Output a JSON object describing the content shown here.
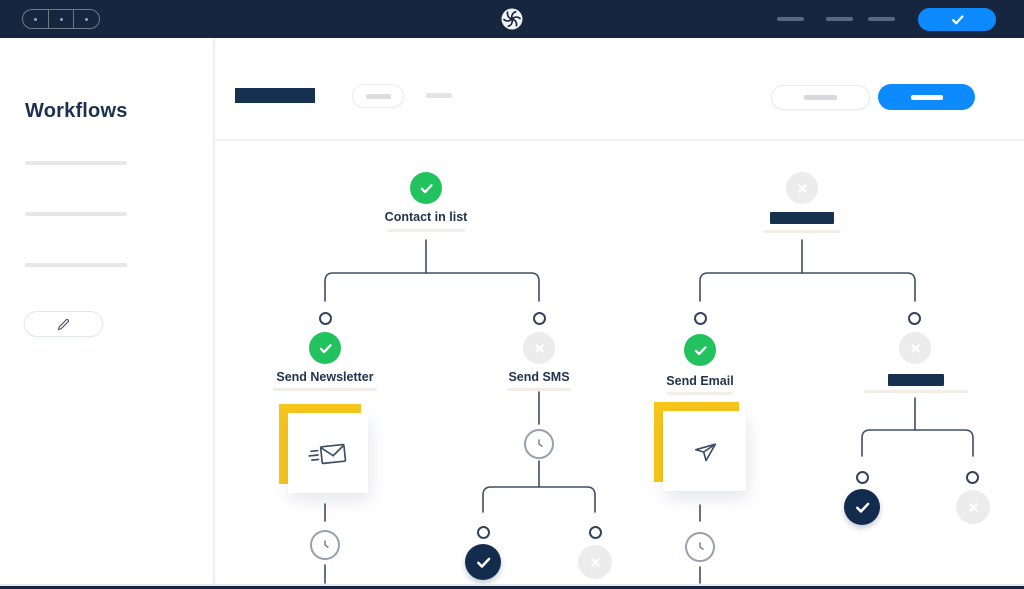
{
  "app": {
    "colors": {
      "topbar_navy": "#15263E",
      "dark_navy": "#16304F",
      "text_navy": "#22344E",
      "success_green": "#22C35F",
      "primary_blue": "#0E8AFF",
      "inactive_gray": "#ECECEC",
      "accent_yellow": "#F8C51C",
      "connector": "#3E4E66",
      "placeholder_gray": "#E5E5E9"
    }
  },
  "topbar": {
    "window_controls_count": 3,
    "logo_icon": "brand-spiral-icon",
    "nav_placeholder_count": 3,
    "confirm_button_icon": "check"
  },
  "sidebar": {
    "title": "Workflows",
    "list_placeholder_count": 3,
    "edit_button_icon": "pencil"
  },
  "toolbar": {
    "title_placeholder": "dark-bar",
    "filter_placeholder": "pill-with-dash",
    "secondary_button_placeholder": "ghost-pill",
    "primary_button_placeholder": "blue-pill"
  },
  "workflow": {
    "nodes": {
      "contact": {
        "label": "Contact in list",
        "status": "success"
      },
      "newsletter": {
        "label": "Send Newsletter",
        "status": "success",
        "card_icon": "mail-send-icon"
      },
      "sms": {
        "label": "Send SMS",
        "status": "inactive"
      },
      "sms_outcome_yes": {
        "status": "done"
      },
      "sms_outcome_no": {
        "status": "inactive"
      },
      "placeholder_root": {
        "status": "inactive",
        "label_placeholder": true
      },
      "email": {
        "label": "Send Email",
        "status": "success",
        "card_icon": "paper-plane-icon"
      },
      "placeholder_branch": {
        "status": "inactive",
        "label_placeholder": true
      },
      "branch_outcome_yes": {
        "status": "done"
      },
      "branch_outcome_no": {
        "status": "inactive"
      }
    },
    "timer_icon": "clock",
    "timers_count": 3
  }
}
